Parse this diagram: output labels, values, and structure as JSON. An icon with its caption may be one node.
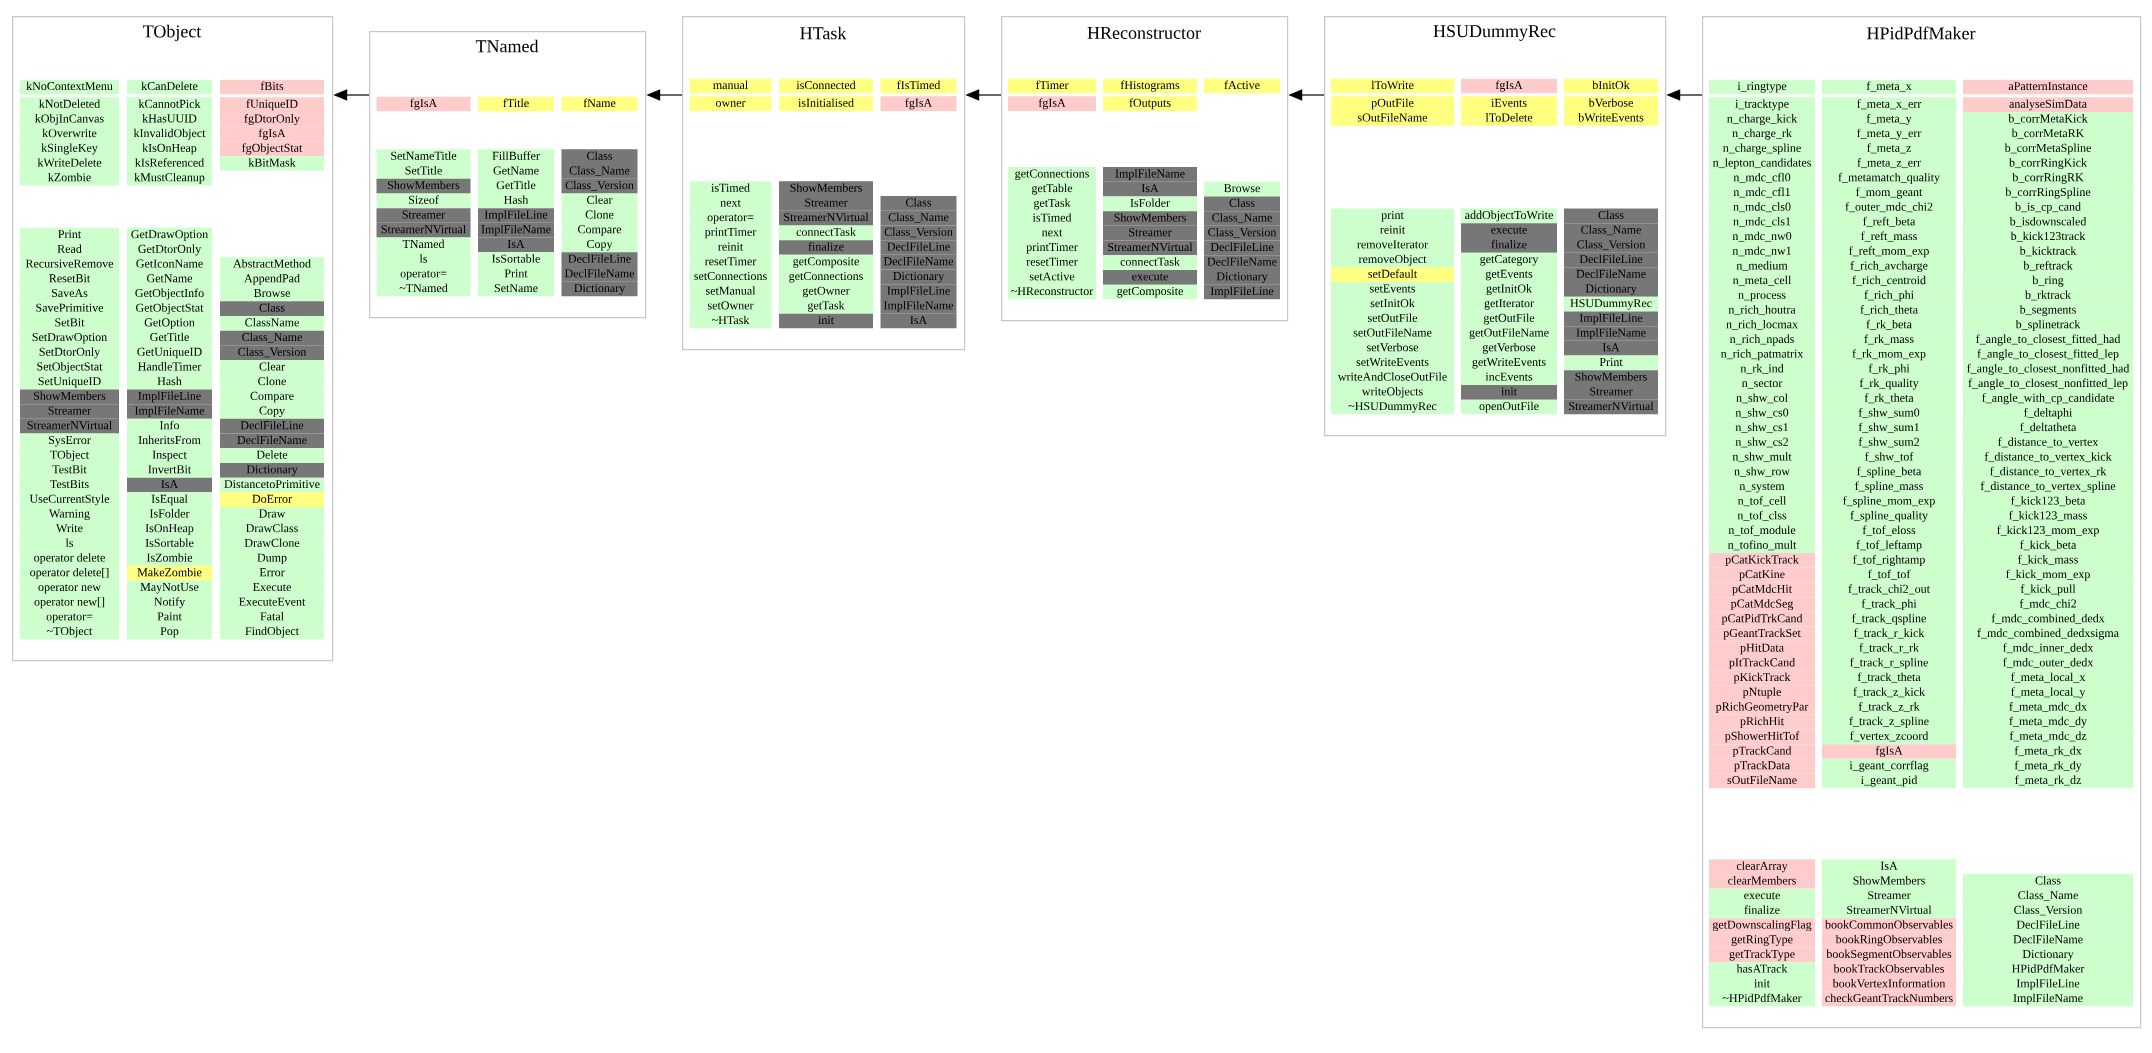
{
  "diagram": {
    "nodes": [
      {
        "text": [
          "TObject"
        ]
      },
      {
        "text": [
          "kNoContextMenu"
        ],
        "in": 0
      },
      {
        "text": [
          "kNotDeleted"
        ],
        "in": 0
      },
      {
        "text": [
          "kObjInCanvas"
        ],
        "in": 0
      },
      {
        "text": [
          "kOverwrite"
        ],
        "in": 0
      },
      {
        "text": [
          "kSingleKey"
        ],
        "in": 0
      },
      {
        "text": [
          "kWriteDelete"
        ],
        "in": 0
      },
      {
        "text": [
          "kZombie"
        ],
        "in": 0
      },
      {
        "text": [
          "kCanDelete"
        ],
        "in": 0
      },
      {
        "text": [
          "kCannotPick"
        ],
        "in": 0
      },
      {
        "text": [
          "kHasUUID"
        ],
        "in": 0
      },
      {
        "text": [
          "kInvalidObject"
        ],
        "in": 0
      },
      {
        "text": [
          "kIsOnHeap"
        ],
        "in": 0
      },
      {
        "text": [
          "kIsReferenced"
        ],
        "in": 0
      },
      {
        "text": [
          "kMustCleanup"
        ],
        "in": 0
      },
      {
        "text": [
          "fBits"
        ],
        "in": 0
      },
      {
        "text": [
          "fUniqueID"
        ],
        "in": 0
      },
      {
        "text": [
          "fgDtorOnly"
        ],
        "in": 0
      },
      {
        "text": [
          "fgIsA"
        ],
        "in": 0
      },
      {
        "text": [
          "fgObjectStat"
        ],
        "in": 0
      },
      {
        "text": [
          "kBitMask"
        ],
        "in": 0
      },
      {
        "text": [
          "Print"
        ],
        "in": 0
      },
      {
        "text": [
          "Read"
        ],
        "in": 0
      },
      {
        "text": [
          "RecursiveRemove"
        ],
        "in": 0
      },
      {
        "text": [
          "ResetBit"
        ],
        "in": 0
      },
      {
        "text": [
          "SaveAs"
        ],
        "in": 0
      },
      {
        "text": [
          "SavePrimitive"
        ],
        "in": 0
      },
      {
        "text": [
          "SetBit"
        ],
        "in": 0
      },
      {
        "text": [
          "SetDrawOption"
        ],
        "in": 0
      },
      {
        "text": [
          "SetDtorOnly"
        ],
        "in": 0
      },
      {
        "text": [
          "SetObjectStat"
        ],
        "in": 0
      },
      {
        "text": [
          "SetUniqueID"
        ],
        "in": 0
      },
      {
        "text": [
          "ShowMembers"
        ],
        "in": 0
      },
      {
        "text": [
          "Streamer"
        ],
        "in": 0
      },
      {
        "text": [
          "StreamerNVirtual"
        ],
        "in": 0
      },
      {
        "text": [
          "SysError"
        ],
        "in": 0
      },
      {
        "text": [
          "TObject"
        ],
        "in": 0
      },
      {
        "text": [
          "TestBit"
        ],
        "in": 0
      },
      {
        "text": [
          "TestBits"
        ],
        "in": 0
      },
      {
        "text": [
          "UseCurrentStyle"
        ],
        "in": 0
      },
      {
        "text": [
          "Warning"
        ],
        "in": 0
      },
      {
        "text": [
          "Write"
        ],
        "in": 0
      },
      {
        "text": [
          "ls"
        ],
        "in": 0
      },
      {
        "text": [
          "operator delete"
        ],
        "in": 0
      },
      {
        "text": [
          "operator delete[]"
        ],
        "in": 0
      },
      {
        "text": [
          "operator new"
        ],
        "in": 0
      },
      {
        "text": [
          "operator new[]"
        ],
        "in": 0
      },
      {
        "text": [
          "operator="
        ],
        "in": 0
      },
      {
        "text": [
          "~TObject"
        ],
        "in": 0
      },
      {
        "text": [
          "GetDrawOption"
        ],
        "in": 0
      },
      {
        "text": [
          "GetDtorOnly"
        ],
        "in": 0
      },
      {
        "text": [
          "GetIconName"
        ],
        "in": 0
      },
      {
        "text": [
          "GetName"
        ],
        "in": 0
      },
      {
        "text": [
          "GetObjectInfo"
        ],
        "in": 0
      },
      {
        "text": [
          "GetObjectStat"
        ],
        "in": 0
      },
      {
        "text": [
          "GetOption"
        ],
        "in": 0
      },
      {
        "text": [
          "GetTitle"
        ],
        "in": 0
      },
      {
        "text": [
          "GetUniqueID"
        ],
        "in": 0
      },
      {
        "text": [
          "HandleTimer"
        ],
        "in": 0
      },
      {
        "text": [
          "Hash"
        ],
        "in": 0
      },
      {
        "text": [
          "ImplFileLine"
        ],
        "in": 0
      },
      {
        "text": [
          "ImplFileName"
        ],
        "in": 0
      },
      {
        "text": [
          "Info"
        ],
        "in": 0
      },
      {
        "text": [
          "InheritsFrom"
        ],
        "in": 0
      },
      {
        "text": [
          "Inspect"
        ],
        "in": 0
      },
      {
        "text": [
          "InvertBit"
        ],
        "in": 0
      },
      {
        "text": [
          "IsA"
        ],
        "in": 0
      },
      {
        "text": [
          "IsEqual"
        ],
        "in": 0
      },
      {
        "text": [
          "IsFolder"
        ],
        "in": 0
      },
      {
        "text": [
          "IsOnHeap"
        ],
        "in": 0
      },
      {
        "text": [
          "IsSortable"
        ],
        "in": 0
      },
      {
        "text": [
          "IsZombie"
        ],
        "in": 0
      },
      {
        "text": [
          "MakeZombie"
        ],
        "in": 0
      },
      {
        "text": [
          "MayNotUse"
        ],
        "in": 0
      },
      {
        "text": [
          "Notify"
        ],
        "in": 0
      },
      {
        "text": [
          "Paint"
        ],
        "in": 0
      },
      {
        "text": [
          "Pop"
        ],
        "in": 0
      },
      {
        "text": [
          "AbstractMethod"
        ],
        "in": 0
      },
      {
        "text": [
          "AppendPad"
        ],
        "in": 0
      },
      {
        "text": [
          "Browse"
        ],
        "in": 0
      },
      {
        "text": [
          "Class"
        ],
        "in": 0
      },
      {
        "text": [
          "ClassName"
        ],
        "in": 0
      },
      {
        "text": [
          "Class_Name"
        ],
        "in": 0
      },
      {
        "text": [
          "Class_Version"
        ],
        "in": 0
      },
      {
        "text": [
          "Clear"
        ],
        "in": 0
      },
      {
        "text": [
          "Clone"
        ],
        "in": 0
      },
      {
        "text": [
          "Compare"
        ],
        "in": 0
      },
      {
        "text": [
          "Copy"
        ],
        "in": 0
      },
      {
        "text": [
          "DeclFileLine"
        ],
        "in": 0
      },
      {
        "text": [
          "DeclFileName"
        ],
        "in": 0
      },
      {
        "text": [
          "Delete"
        ],
        "in": 0
      },
      {
        "text": [
          "Dictionary"
        ],
        "in": 0
      },
      {
        "text": [
          "DistancetoPrimitive"
        ],
        "in": 0
      },
      {
        "text": [
          "DoError"
        ],
        "in": 0
      },
      {
        "text": [
          "Draw"
        ],
        "in": 0
      },
      {
        "text": [
          "DrawClass"
        ],
        "in": 0
      },
      {
        "text": [
          "DrawClone"
        ],
        "in": 0
      },
      {
        "text": [
          "Dump"
        ],
        "in": 0
      },
      {
        "text": [
          "Error"
        ],
        "in": 0
      },
      {
        "text": [
          "Execute"
        ],
        "in": 0
      },
      {
        "text": [
          "ExecuteEvent"
        ],
        "in": 0
      },
      {
        "text": [
          "Fatal"
        ],
        "in": 0
      },
      {
        "text": [
          "FindObject"
        ],
        "in": 0
      },
      {
        "text": [
          "TNamed"
        ]
      },
      {
        "text": [
          "fgIsA"
        ],
        "in": 103
      },
      {
        "text": [
          "fTitle"
        ],
        "in": 103
      },
      {
        "text": [
          "fName"
        ],
        "in": 103
      },
      {
        "text": [
          "SetNameTitle"
        ],
        "in": 103
      },
      {
        "text": [
          "SetTitle"
        ],
        "in": 103
      },
      {
        "text": [
          "ShowMembers"
        ],
        "in": 103
      },
      {
        "text": [
          "Sizeof"
        ],
        "in": 103
      },
      {
        "text": [
          "Streamer"
        ],
        "in": 103
      },
      {
        "text": [
          "StreamerNVirtual"
        ],
        "in": 103
      },
      {
        "text": [
          "TNamed"
        ],
        "in": 103
      },
      {
        "text": [
          "ls"
        ],
        "in": 103
      },
      {
        "text": [
          "operator="
        ],
        "in": 103
      },
      {
        "text": [
          "~TNamed"
        ],
        "in": 103
      },
      {
        "text": [
          "FillBuffer"
        ],
        "in": 103
      },
      {
        "text": [
          "GetName"
        ],
        "in": 103
      },
      {
        "text": [
          "GetTitle"
        ],
        "in": 103
      },
      {
        "text": [
          "Hash"
        ],
        "in": 103
      },
      {
        "text": [
          "ImplFileLine"
        ],
        "in": 103
      },
      {
        "text": [
          "ImplFileName"
        ],
        "in": 103
      },
      {
        "text": [
          "IsA"
        ],
        "in": 103
      },
      {
        "text": [
          "IsSortable"
        ],
        "in": 103
      },
      {
        "text": [
          "Print"
        ],
        "in": 103
      },
      {
        "text": [
          "SetName"
        ],
        "in": 103
      },
      {
        "text": [
          "Class"
        ],
        "in": 103
      },
      {
        "text": [
          "Class_Name"
        ],
        "in": 103
      },
      {
        "text": [
          "Class_Version"
        ],
        "in": 103
      },
      {
        "text": [
          "Clear"
        ],
        "in": 103
      },
      {
        "text": [
          "Clone"
        ],
        "in": 103
      },
      {
        "text": [
          "Compare"
        ],
        "in": 103
      },
      {
        "text": [
          "Copy"
        ],
        "in": 103
      },
      {
        "text": [
          "DeclFileLine"
        ],
        "in": 103
      },
      {
        "text": [
          "DeclFileName"
        ],
        "in": 103
      },
      {
        "text": [
          "Dictionary"
        ],
        "in": 103
      },
      {
        "text": [
          "HTask"
        ]
      },
      {
        "text": [
          "manual"
        ],
        "in": 137
      },
      {
        "text": [
          "owner"
        ],
        "in": 137
      },
      {
        "text": [
          "isConnected"
        ],
        "in": 137
      },
      {
        "text": [
          "isInitialised"
        ],
        "in": 137
      },
      {
        "text": [
          "fIsTimed"
        ],
        "in": 137
      },
      {
        "text": [
          "fgIsA"
        ],
        "in": 137
      },
      {
        "text": [
          "isTimed"
        ],
        "in": 137
      },
      {
        "text": [
          "next"
        ],
        "in": 137
      },
      {
        "text": [
          "operator="
        ],
        "in": 137
      },
      {
        "text": [
          "printTimer"
        ],
        "in": 137
      },
      {
        "text": [
          "reinit"
        ],
        "in": 137
      },
      {
        "text": [
          "resetTimer"
        ],
        "in": 137
      },
      {
        "text": [
          "setConnections"
        ],
        "in": 137
      },
      {
        "text": [
          "setManual"
        ],
        "in": 137
      },
      {
        "text": [
          "setOwner"
        ],
        "in": 137
      },
      {
        "text": [
          "~HTask"
        ],
        "in": 137
      },
      {
        "text": [
          "ShowMembers"
        ],
        "in": 137
      },
      {
        "text": [
          "Streamer"
        ],
        "in": 137
      },
      {
        "text": [
          "StreamerNVirtual"
        ],
        "in": 137
      },
      {
        "text": [
          "connectTask"
        ],
        "in": 137
      },
      {
        "text": [
          "finalize"
        ],
        "in": 137
      },
      {
        "text": [
          "getComposite"
        ],
        "in": 137
      },
      {
        "text": [
          "getConnections"
        ],
        "in": 137
      },
      {
        "text": [
          "getOwner"
        ],
        "in": 137
      },
      {
        "text": [
          "getTask"
        ],
        "in": 137
      },
      {
        "text": [
          "init"
        ],
        "in": 137
      },
      {
        "text": [
          "Class"
        ],
        "in": 137
      },
      {
        "text": [
          "Class_Name"
        ],
        "in": 137
      },
      {
        "text": [
          "Class_Version"
        ],
        "in": 137
      },
      {
        "text": [
          "DeclFileLine"
        ],
        "in": 137
      },
      {
        "text": [
          "DeclFileName"
        ],
        "in": 137
      },
      {
        "text": [
          "Dictionary"
        ],
        "in": 137
      },
      {
        "text": [
          "ImplFileLine"
        ],
        "in": 137
      },
      {
        "text": [
          "ImplFileName"
        ],
        "in": 137
      },
      {
        "text": [
          "IsA"
        ],
        "in": 137
      },
      {
        "text": [
          "HReconstructor"
        ]
      },
      {
        "text": [
          "fTimer"
        ],
        "in": 173
      },
      {
        "text": [
          "fgIsA"
        ],
        "in": 173
      },
      {
        "text": [
          "fHistograms"
        ],
        "in": 173
      },
      {
        "text": [
          "fOutputs"
        ],
        "in": 173
      },
      {
        "text": [
          "fActive"
        ],
        "in": 173
      },
      {
        "text": [
          "getConnections"
        ],
        "in": 173
      },
      {
        "text": [
          "getTable"
        ],
        "in": 173
      },
      {
        "text": [
          "getTask"
        ],
        "in": 173
      },
      {
        "text": [
          "isTimed"
        ],
        "in": 173
      },
      {
        "text": [
          "next"
        ],
        "in": 173
      },
      {
        "text": [
          "printTimer"
        ],
        "in": 173
      },
      {
        "text": [
          "resetTimer"
        ],
        "in": 173
      },
      {
        "text": [
          "setActive"
        ],
        "in": 173
      },
      {
        "text": [
          "~HReconstructor"
        ],
        "in": 173
      },
      {
        "text": [
          "ImplFileName"
        ],
        "in": 173
      },
      {
        "text": [
          "IsA"
        ],
        "in": 173
      },
      {
        "text": [
          "IsFolder"
        ],
        "in": 173
      },
      {
        "text": [
          "ShowMembers"
        ],
        "in": 173
      },
      {
        "text": [
          "Streamer"
        ],
        "in": 173
      },
      {
        "text": [
          "StreamerNVirtual"
        ],
        "in": 173
      },
      {
        "text": [
          "connectTask"
        ],
        "in": 173
      },
      {
        "text": [
          "execute"
        ],
        "in": 173
      },
      {
        "text": [
          "getComposite"
        ],
        "in": 173
      },
      {
        "text": [
          "Browse"
        ],
        "in": 173
      },
      {
        "text": [
          "Class"
        ],
        "in": 173
      },
      {
        "text": [
          "Class_Name"
        ],
        "in": 173
      },
      {
        "text": [
          "Class_Version"
        ],
        "in": 173
      },
      {
        "text": [
          "DeclFileLine"
        ],
        "in": 173
      },
      {
        "text": [
          "DeclFileName"
        ],
        "in": 173
      },
      {
        "text": [
          "Dictionary"
        ],
        "in": 173
      },
      {
        "text": [
          "ImplFileLine"
        ],
        "in": 173
      },
      {
        "text": [
          "HSUDummyRec"
        ]
      },
      {
        "text": [
          "lToWrite"
        ],
        "in": 205
      },
      {
        "text": [
          "pOutFile"
        ],
        "in": 205
      },
      {
        "text": [
          "sOutFileName"
        ],
        "in": 205
      },
      {
        "text": [
          "fgIsA"
        ],
        "in": 205
      },
      {
        "text": [
          "iEvents"
        ],
        "in": 205
      },
      {
        "text": [
          "lToDelete"
        ],
        "in": 205
      },
      {
        "text": [
          "bInitOk"
        ],
        "in": 205
      },
      {
        "text": [
          "bVerbose"
        ],
        "in": 205
      },
      {
        "text": [
          "bWriteEvents"
        ],
        "in": 205
      },
      {
        "text": [
          "print"
        ],
        "in": 205
      },
      {
        "text": [
          "reinit"
        ],
        "in": 205
      },
      {
        "text": [
          "removeIterator"
        ],
        "in": 205
      },
      {
        "text": [
          "removeObject"
        ],
        "in": 205
      },
      {
        "text": [
          "setDefault"
        ],
        "in": 205
      },
      {
        "text": [
          "setEvents"
        ],
        "in": 205
      },
      {
        "text": [
          "setInitOk"
        ],
        "in": 205
      },
      {
        "text": [
          "setOutFile"
        ],
        "in": 205
      },
      {
        "text": [
          "setOutFileName"
        ],
        "in": 205
      },
      {
        "text": [
          "setVerbose"
        ],
        "in": 205
      },
      {
        "text": [
          "setWriteEvents"
        ],
        "in": 205
      },
      {
        "text": [
          "writeAndCloseOutFile"
        ],
        "in": 205
      },
      {
        "text": [
          "writeObjects"
        ],
        "in": 205
      },
      {
        "text": [
          "~HSUDummyRec"
        ],
        "in": 205
      },
      {
        "text": [
          "addObjectToWrite"
        ],
        "in": 205
      },
      {
        "text": [
          "execute"
        ],
        "in": 205
      },
      {
        "text": [
          "finalize"
        ],
        "in": 205
      },
      {
        "text": [
          "getCategory"
        ],
        "in": 205
      },
      {
        "text": [
          "getEvents"
        ],
        "in": 205
      },
      {
        "text": [
          "getInitOk"
        ],
        "in": 205
      },
      {
        "text": [
          "getIterator"
        ],
        "in": 205
      },
      {
        "text": [
          "getOutFile"
        ],
        "in": 205
      },
      {
        "text": [
          "getOutFileName"
        ],
        "in": 205
      },
      {
        "text": [
          "getVerbose"
        ],
        "in": 205
      },
      {
        "text": [
          "getWriteEvents"
        ],
        "in": 205
      },
      {
        "text": [
          "incEvents"
        ],
        "in": 205
      },
      {
        "text": [
          "init"
        ],
        "in": 205
      },
      {
        "text": [
          "openOutFile"
        ],
        "in": 205
      },
      {
        "text": [
          "Class"
        ],
        "in": 205
      },
      {
        "text": [
          "Class_Name"
        ],
        "in": 205
      },
      {
        "text": [
          "Class_Version"
        ],
        "in": 205
      },
      {
        "text": [
          "DeclFileLine"
        ],
        "in": 205
      },
      {
        "text": [
          "DeclFileName"
        ],
        "in": 205
      },
      {
        "text": [
          "Dictionary"
        ],
        "in": 205
      },
      {
        "text": [
          "HSUDummyRec"
        ],
        "in": 205
      },
      {
        "text": [
          "ImplFileLine"
        ],
        "in": 205
      },
      {
        "text": [
          "ImplFileName"
        ],
        "in": 205
      },
      {
        "text": [
          "IsA"
        ],
        "in": 205
      },
      {
        "text": [
          "Print"
        ],
        "in": 205
      },
      {
        "text": [
          "ShowMembers"
        ],
        "in": 205
      },
      {
        "text": [
          "Streamer"
        ],
        "in": 205
      },
      {
        "text": [
          "StreamerNVirtual"
        ],
        "in": 205
      },
      {
        "text": [
          "HPidPdfMaker"
        ]
      },
      {
        "text": [
          "i_ringtype"
        ],
        "in": 257
      },
      {
        "text": [
          "i_tracktype"
        ],
        "in": 257
      },
      {
        "text": [
          "n_charge_kick"
        ],
        "in": 257
      },
      {
        "text": [
          "n_charge_rk"
        ],
        "in": 257
      },
      {
        "text": [
          "n_charge_spline"
        ],
        "in": 257
      },
      {
        "text": [
          "n_lepton_candidates"
        ],
        "in": 257
      },
      {
        "text": [
          "n_mdc_cfl0"
        ],
        "in": 257
      },
      {
        "text": [
          "n_mdc_cfl1"
        ],
        "in": 257
      },
      {
        "text": [
          "n_mdc_cls0"
        ],
        "in": 257
      },
      {
        "text": [
          "n_mdc_cls1"
        ],
        "in": 257
      },
      {
        "text": [
          "n_mdc_nw0"
        ],
        "in": 257
      },
      {
        "text": [
          "n_mdc_nw1"
        ],
        "in": 257
      },
      {
        "text": [
          "n_medium"
        ],
        "in": 257
      },
      {
        "text": [
          "n_meta_cell"
        ],
        "in": 257
      },
      {
        "text": [
          "n_process"
        ],
        "in": 257
      },
      {
        "text": [
          "n_rich_houtra"
        ],
        "in": 257
      },
      {
        "text": [
          "n_rich_locmax"
        ],
        "in": 257
      },
      {
        "text": [
          "n_rich_npads"
        ],
        "in": 257
      },
      {
        "text": [
          "n_rich_patmatrix"
        ],
        "in": 257
      },
      {
        "text": [
          "n_rk_ind"
        ],
        "in": 257
      },
      {
        "text": [
          "n_sector"
        ],
        "in": 257
      },
      {
        "text": [
          "n_shw_col"
        ],
        "in": 257
      },
      {
        "text": [
          "n_shw_cs0"
        ],
        "in": 257
      },
      {
        "text": [
          "n_shw_cs1"
        ],
        "in": 257
      },
      {
        "text": [
          "n_shw_cs2"
        ],
        "in": 257
      },
      {
        "text": [
          "n_shw_mult"
        ],
        "in": 257
      },
      {
        "text": [
          "n_shw_row"
        ],
        "in": 257
      },
      {
        "text": [
          "n_system"
        ],
        "in": 257
      },
      {
        "text": [
          "n_tof_cell"
        ],
        "in": 257
      },
      {
        "text": [
          "n_tof_clss"
        ],
        "in": 257
      },
      {
        "text": [
          "n_tof_module"
        ],
        "in": 257
      },
      {
        "text": [
          "n_tofino_mult"
        ],
        "in": 257
      },
      {
        "text": [
          "pCatKickTrack"
        ],
        "in": 257
      },
      {
        "text": [
          "pCatKine"
        ],
        "in": 257
      },
      {
        "text": [
          "pCatMdcHit"
        ],
        "in": 257
      },
      {
        "text": [
          "pCatMdcSeg"
        ],
        "in": 257
      },
      {
        "text": [
          "pCatPidTrkCand"
        ],
        "in": 257
      },
      {
        "text": [
          "pGeantTrackSet"
        ],
        "in": 257
      },
      {
        "text": [
          "pHitData"
        ],
        "in": 257
      },
      {
        "text": [
          "pItTrackCand"
        ],
        "in": 257
      },
      {
        "text": [
          "pKickTrack"
        ],
        "in": 257
      },
      {
        "text": [
          "pNtuple"
        ],
        "in": 257
      },
      {
        "text": [
          "pRichGeometryPar"
        ],
        "in": 257
      },
      {
        "text": [
          "pRichHit"
        ],
        "in": 257
      },
      {
        "text": [
          "pShowerHitTof"
        ],
        "in": 257
      },
      {
        "text": [
          "pTrackCand"
        ],
        "in": 257
      },
      {
        "text": [
          "pTrackData"
        ],
        "in": 257
      },
      {
        "text": [
          "sOutFileName"
        ],
        "in": 257
      },
      {
        "text": [
          "f_meta_x"
        ],
        "in": 257
      },
      {
        "text": [
          "f_meta_x_err"
        ],
        "in": 257
      },
      {
        "text": [
          "f_meta_y"
        ],
        "in": 257
      },
      {
        "text": [
          "f_meta_y_err"
        ],
        "in": 257
      },
      {
        "text": [
          "f_meta_z"
        ],
        "in": 257
      },
      {
        "text": [
          "f_meta_z_err"
        ],
        "in": 257
      },
      {
        "text": [
          "f_metamatch_quality"
        ],
        "in": 257
      },
      {
        "text": [
          "f_mom_geant"
        ],
        "in": 257
      },
      {
        "text": [
          "f_outer_mdc_chi2"
        ],
        "in": 257
      },
      {
        "text": [
          "f_reft_beta"
        ],
        "in": 257
      },
      {
        "text": [
          "f_reft_mass"
        ],
        "in": 257
      },
      {
        "text": [
          "f_reft_mom_exp"
        ],
        "in": 257
      },
      {
        "text": [
          "f_rich_avcharge"
        ],
        "in": 257
      },
      {
        "text": [
          "f_rich_centroid"
        ],
        "in": 257
      },
      {
        "text": [
          "f_rich_phi"
        ],
        "in": 257
      },
      {
        "text": [
          "f_rich_theta"
        ],
        "in": 257
      },
      {
        "text": [
          "f_rk_beta"
        ],
        "in": 257
      },
      {
        "text": [
          "f_rk_mass"
        ],
        "in": 257
      },
      {
        "text": [
          "f_rk_mom_exp"
        ],
        "in": 257
      },
      {
        "text": [
          "f_rk_phi"
        ],
        "in": 257
      },
      {
        "text": [
          "f_rk_quality"
        ],
        "in": 257
      },
      {
        "text": [
          "f_rk_theta"
        ],
        "in": 257
      },
      {
        "text": [
          "f_shw_sum0"
        ],
        "in": 257
      },
      {
        "text": [
          "f_shw_sum1"
        ],
        "in": 257
      },
      {
        "text": [
          "f_shw_sum2"
        ],
        "in": 257
      },
      {
        "text": [
          "f_shw_tof"
        ],
        "in": 257
      },
      {
        "text": [
          "f_spline_beta"
        ],
        "in": 257
      },
      {
        "text": [
          "f_spline_mass"
        ],
        "in": 257
      },
      {
        "text": [
          "f_spline_mom_exp"
        ],
        "in": 257
      },
      {
        "text": [
          "f_spline_quality"
        ],
        "in": 257
      },
      {
        "text": [
          "f_tof_eloss"
        ],
        "in": 257
      },
      {
        "text": [
          "f_tof_leftamp"
        ],
        "in": 257
      },
      {
        "text": [
          "f_tof_rightamp"
        ],
        "in": 257
      },
      {
        "text": [
          "f_tof_tof"
        ],
        "in": 257
      },
      {
        "text": [
          "f_track_chi2_out"
        ],
        "in": 257
      },
      {
        "text": [
          "f_track_phi"
        ],
        "in": 257
      },
      {
        "text": [
          "f_track_qspline"
        ],
        "in": 257
      },
      {
        "text": [
          "f_track_r_kick"
        ],
        "in": 257
      },
      {
        "text": [
          "f_track_r_rk"
        ],
        "in": 257
      },
      {
        "text": [
          "f_track_r_spline"
        ],
        "in": 257
      },
      {
        "text": [
          "f_track_theta"
        ],
        "in": 257
      },
      {
        "text": [
          "f_track_z_kick"
        ],
        "in": 257
      },
      {
        "text": [
          "f_track_z_rk"
        ],
        "in": 257
      },
      {
        "text": [
          "f_track_z_spline"
        ],
        "in": 257
      },
      {
        "text": [
          "f_vertex_zcoord"
        ],
        "in": 257
      },
      {
        "text": [
          "fgIsA"
        ],
        "in": 257
      },
      {
        "text": [
          "i_geant_corrflag"
        ],
        "in": 257
      },
      {
        "text": [
          "i_geant_pid"
        ],
        "in": 257
      },
      {
        "text": [
          "aPatternInstance"
        ],
        "in": 257
      },
      {
        "text": [
          "analyseSimData"
        ],
        "in": 257
      },
      {
        "text": [
          "b_corrMetaKick"
        ],
        "in": 257
      },
      {
        "text": [
          "b_corrMetaRK"
        ],
        "in": 257
      },
      {
        "text": [
          "b_corrMetaSpline"
        ],
        "in": 257
      },
      {
        "text": [
          "b_corrRingKick"
        ],
        "in": 257
      },
      {
        "text": [
          "b_corrRingRK"
        ],
        "in": 257
      },
      {
        "text": [
          "b_corrRingSpline"
        ],
        "in": 257
      },
      {
        "text": [
          "b_is_cp_cand"
        ],
        "in": 257
      },
      {
        "text": [
          "b_isdownscaled"
        ],
        "in": 257
      },
      {
        "text": [
          "b_kick123track"
        ],
        "in": 257
      },
      {
        "text": [
          "b_kicktrack"
        ],
        "in": 257
      },
      {
        "text": [
          "b_reftrack"
        ],
        "in": 257
      },
      {
        "text": [
          "b_ring"
        ],
        "in": 257
      },
      {
        "text": [
          "b_rktrack"
        ],
        "in": 257
      },
      {
        "text": [
          "b_segments"
        ],
        "in": 257
      },
      {
        "text": [
          "b_splinetrack"
        ],
        "in": 257
      },
      {
        "text": [
          "f_angle_to_closest_fitted_had"
        ],
        "in": 257
      },
      {
        "text": [
          "f_angle_to_closest_fitted_lep"
        ],
        "in": 257
      },
      {
        "text": [
          "f_angle_to_closest_nonfitted_had"
        ],
        "in": 257
      },
      {
        "text": [
          "f_angle_to_closest_nonfitted_lep"
        ],
        "in": 257
      },
      {
        "text": [
          "f_angle_with_cp_candidate"
        ],
        "in": 257
      },
      {
        "text": [
          "f_deltaphi"
        ],
        "in": 257
      },
      {
        "text": [
          "f_deltatheta"
        ],
        "in": 257
      },
      {
        "text": [
          "f_distance_to_vertex"
        ],
        "in": 257
      },
      {
        "text": [
          "f_distance_to_vertex_kick"
        ],
        "in": 257
      },
      {
        "text": [
          "f_distance_to_vertex_rk"
        ],
        "in": 257
      },
      {
        "text": [
          "f_distance_to_vertex_spline"
        ],
        "in": 257
      },
      {
        "text": [
          "f_kick123_beta"
        ],
        "in": 257
      },
      {
        "text": [
          "f_kick123_mass"
        ],
        "in": 257
      },
      {
        "text": [
          "f_kick123_mom_exp"
        ],
        "in": 257
      },
      {
        "text": [
          "f_kick_beta"
        ],
        "in": 257
      },
      {
        "text": [
          "f_kick_mass"
        ],
        "in": 257
      },
      {
        "text": [
          "f_kick_mom_exp"
        ],
        "in": 257
      },
      {
        "text": [
          "f_kick_pull"
        ],
        "in": 257
      },
      {
        "text": [
          "f_mdc_chi2"
        ],
        "in": 257
      },
      {
        "text": [
          "f_mdc_combined_dedx"
        ],
        "in": 257
      },
      {
        "text": [
          "f_mdc_combined_dedxsigma"
        ],
        "in": 257
      },
      {
        "text": [
          "f_mdc_inner_dedx"
        ],
        "in": 257
      },
      {
        "text": [
          "f_mdc_outer_dedx"
        ],
        "in": 257
      },
      {
        "text": [
          "f_meta_local_x"
        ],
        "in": 257
      },
      {
        "text": [
          "f_meta_local_y"
        ],
        "in": 257
      },
      {
        "text": [
          "f_meta_mdc_dx"
        ],
        "in": 257
      },
      {
        "text": [
          "f_meta_mdc_dy"
        ],
        "in": 257
      },
      {
        "text": [
          "f_meta_mdc_dz"
        ],
        "in": 257
      },
      {
        "text": [
          "f_meta_rk_dx"
        ],
        "in": 257
      },
      {
        "text": [
          "f_meta_rk_dy"
        ],
        "in": 257
      },
      {
        "text": [
          "f_meta_rk_dz"
        ],
        "in": 257
      },
      {
        "text": [
          "clearArray"
        ],
        "in": 257
      },
      {
        "text": [
          "clearMembers"
        ],
        "in": 257
      },
      {
        "text": [
          "execute"
        ],
        "in": 257
      },
      {
        "text": [
          "finalize"
        ],
        "in": 257
      },
      {
        "text": [
          "getDownscalingFlag"
        ],
        "in": 257
      },
      {
        "text": [
          "getRingType"
        ],
        "in": 257
      },
      {
        "text": [
          "getTrackType"
        ],
        "in": 257
      },
      {
        "text": [
          "hasATrack"
        ],
        "in": 257
      },
      {
        "text": [
          "init"
        ],
        "in": 257
      },
      {
        "text": [
          "~HPidPdfMaker"
        ],
        "in": 257
      },
      {
        "text": [
          "IsA"
        ],
        "in": 257
      },
      {
        "text": [
          "ShowMembers"
        ],
        "in": 257
      },
      {
        "text": [
          "Streamer"
        ],
        "in": 257
      },
      {
        "text": [
          "StreamerNVirtual"
        ],
        "in": 257
      },
      {
        "text": [
          "bookCommonObservables"
        ],
        "in": 257
      },
      {
        "text": [
          "bookRingObservables"
        ],
        "in": 257
      },
      {
        "text": [
          "bookSegmentObservables"
        ],
        "in": 257
      },
      {
        "text": [
          "bookTrackObservables"
        ],
        "in": 257
      },
      {
        "text": [
          "bookVertexInformation"
        ],
        "in": 257
      },
      {
        "text": [
          "checkGeantTrackNumbers"
        ],
        "in": 257
      },
      {
        "text": [
          "Class"
        ],
        "in": 257
      },
      {
        "text": [
          "Class_Name"
        ],
        "in": 257
      },
      {
        "text": [
          "Class_Version"
        ],
        "in": 257
      },
      {
        "text": [
          "DeclFileLine"
        ],
        "in": 257
      },
      {
        "text": [
          "DeclFileName"
        ],
        "in": 257
      },
      {
        "text": [
          "Dictionary"
        ],
        "in": 257
      },
      {
        "text": [
          "HPidPdfMaker"
        ],
        "in": 257
      },
      {
        "text": [
          "ImplFileLine"
        ],
        "in": 257
      },
      {
        "text": [
          "ImplFileName"
        ],
        "in": 257
      }
    ],
    "edges": [
      {
        "from": 103,
        "to": 0,
        "arrow": "to"
      },
      {
        "from": 137,
        "to": 103,
        "arrow": "to"
      },
      {
        "from": 173,
        "to": 137,
        "arrow": "to"
      },
      {
        "from": 205,
        "to": 173,
        "arrow": "to"
      },
      {
        "from": 257,
        "to": 205,
        "arrow": "to"
      }
    ]
  }
}
